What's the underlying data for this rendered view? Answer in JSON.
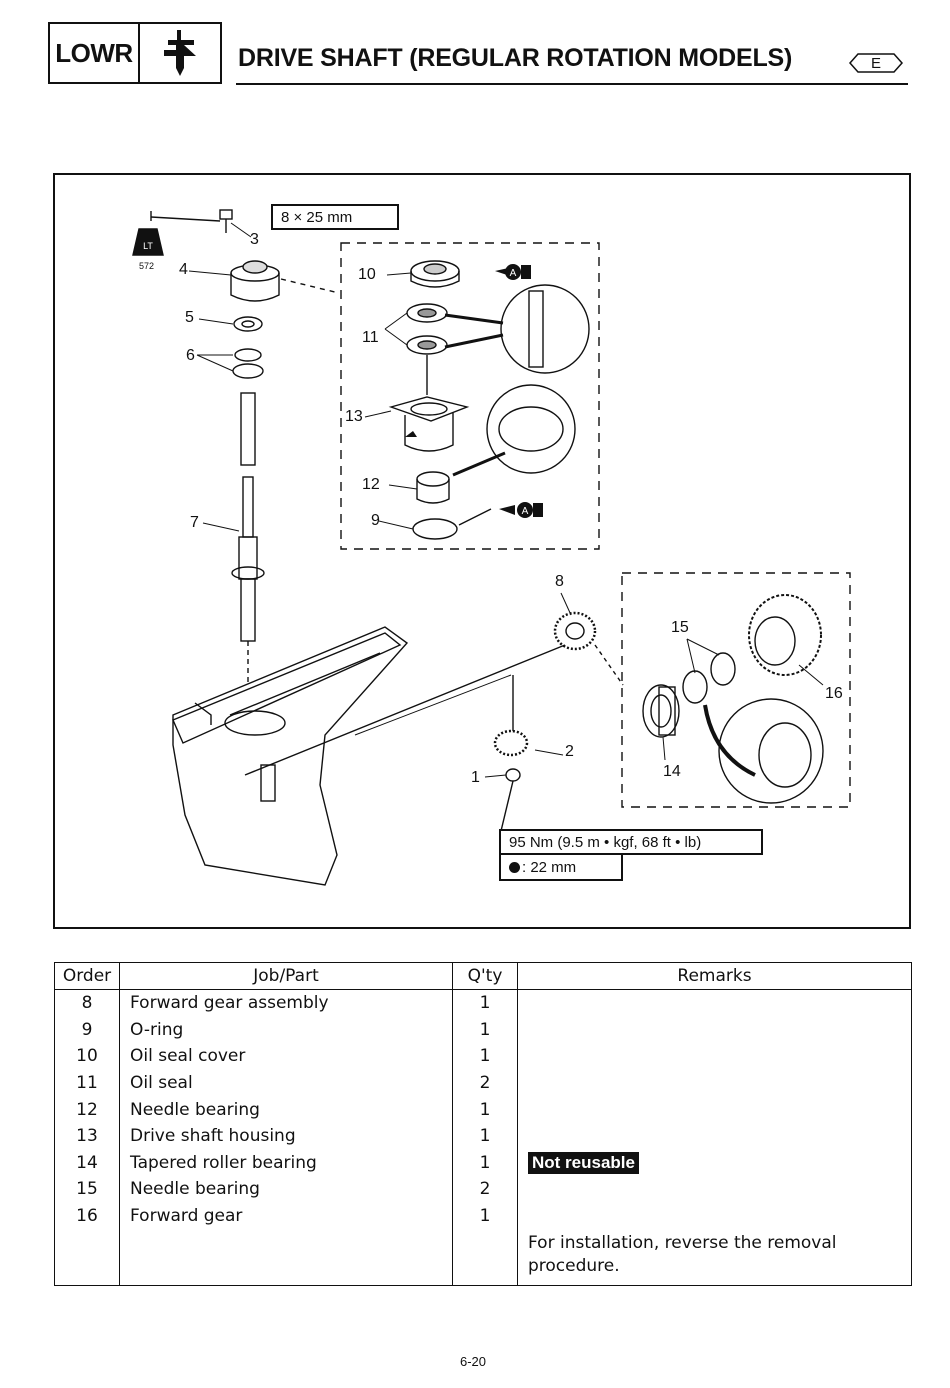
{
  "header": {
    "section_code": "LOWR",
    "title": "DRIVE SHAFT (REGULAR ROTATION MODELS)",
    "language_mark": "E"
  },
  "figure": {
    "bolt_size": "8 × 25 mm",
    "threadlock_code": "572",
    "threadlock_label": "LT",
    "grease_mark": "A",
    "torque_spec": "95 Nm (9.5 m • kgf, 68 ft • lb)",
    "wrench_size": ": 22 mm",
    "callouts": [
      "1",
      "2",
      "3",
      "4",
      "5",
      "6",
      "7",
      "8",
      "9",
      "10",
      "11",
      "12",
      "13",
      "14",
      "15",
      "16"
    ]
  },
  "table": {
    "headers": {
      "order": "Order",
      "part": "Job/Part",
      "qty": "Q'ty",
      "remarks": "Remarks"
    },
    "rows": [
      {
        "order": "8",
        "part": "Forward gear assembly",
        "qty": "1",
        "remark": ""
      },
      {
        "order": "9",
        "part": "O-ring",
        "qty": "1",
        "remark": ""
      },
      {
        "order": "10",
        "part": "Oil seal cover",
        "qty": "1",
        "remark": ""
      },
      {
        "order": "11",
        "part": "Oil seal",
        "qty": "2",
        "remark": ""
      },
      {
        "order": "12",
        "part": "Needle bearing",
        "qty": "1",
        "remark": ""
      },
      {
        "order": "13",
        "part": "Drive shaft housing",
        "qty": "1",
        "remark": ""
      },
      {
        "order": "14",
        "part": "Tapered roller bearing",
        "qty": "1",
        "remark": "Not reusable"
      },
      {
        "order": "15",
        "part": "Needle bearing",
        "qty": "2",
        "remark": ""
      },
      {
        "order": "16",
        "part": "Forward gear",
        "qty": "1",
        "remark": ""
      }
    ],
    "note": "For installation, reverse the removal procedure."
  },
  "page_number": "6-20"
}
